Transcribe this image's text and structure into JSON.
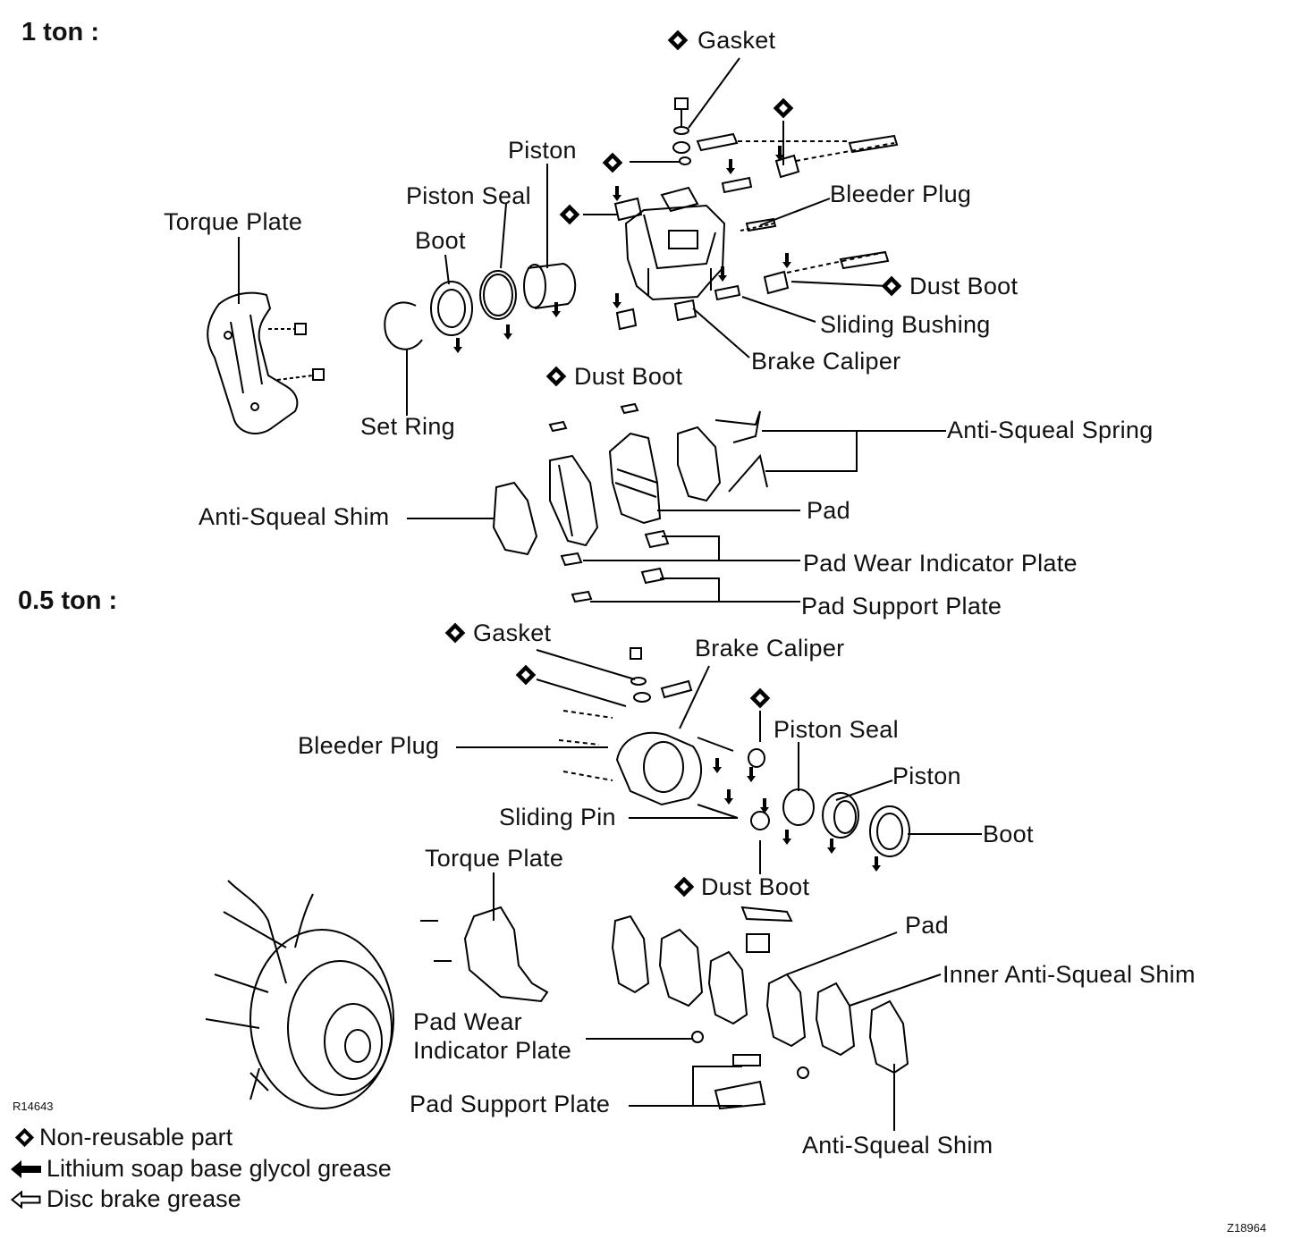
{
  "sections": {
    "one_ton": "1 ton :",
    "half_ton": "0.5 ton :"
  },
  "labels_1ton": {
    "gasket": "Gasket",
    "piston": "Piston",
    "piston_seal": "Piston Seal",
    "boot": "Boot",
    "torque_plate": "Torque Plate",
    "bleeder_plug": "Bleeder Plug",
    "dust_boot_right": "Dust Boot",
    "sliding_bushing": "Sliding Bushing",
    "brake_caliper": "Brake Caliper",
    "dust_boot_center": "Dust Boot",
    "set_ring": "Set Ring",
    "anti_squeal_spring": "Anti-Squeal Spring",
    "anti_squeal_shim": "Anti-Squeal Shim",
    "pad": "Pad",
    "pad_wear_indicator_plate": "Pad Wear Indicator Plate",
    "pad_support_plate": "Pad Support Plate"
  },
  "labels_half_ton": {
    "gasket": "Gasket",
    "brake_caliper": "Brake Caliper",
    "bleeder_plug": "Bleeder Plug",
    "piston_seal": "Piston Seal",
    "piston": "Piston",
    "sliding_pin": "Sliding Pin",
    "boot": "Boot",
    "dust_boot": "Dust Boot",
    "torque_plate": "Torque Plate",
    "pad": "Pad",
    "inner_anti_squeal_shim": "Inner Anti-Squeal Shim",
    "pad_wear_indicator_plate_line1": "Pad Wear",
    "pad_wear_indicator_plate_line2": "Indicator Plate",
    "pad_support_plate": "Pad Support Plate",
    "anti_squeal_shim": "Anti-Squeal Shim"
  },
  "legend": {
    "non_reusable": "Non-reusable part",
    "lithium_grease": "Lithium soap base glycol grease",
    "disc_brake_grease": "Disc brake grease"
  },
  "codes": {
    "figure_code": "R14643",
    "corner_code": "Z18964"
  },
  "icons": {
    "non_reusable": "diamond-icon",
    "lithium_grease": "solid-arrow-icon",
    "disc_brake_grease": "outline-arrow-icon"
  }
}
